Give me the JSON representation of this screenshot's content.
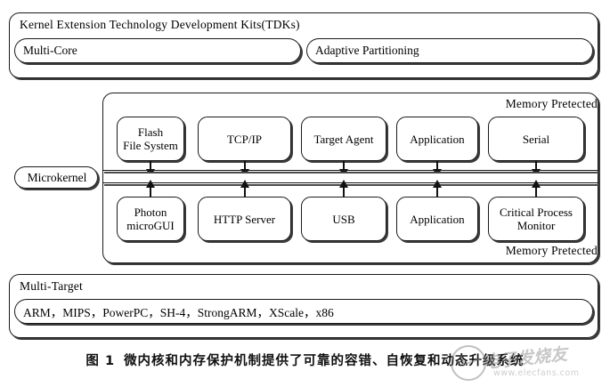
{
  "figure": {
    "caption_number": "图 1",
    "caption_text": "微内核和内存保护机制提供了可靠的容错、自恢复和动态升级系统"
  },
  "tdk_section": {
    "title": "Kernel Extension Technology Development Kits(TDKs)",
    "items": [
      {
        "label": "Multi-Core"
      },
      {
        "label": "Adaptive Partitioning"
      }
    ]
  },
  "memory_section": {
    "top_label": "Memory Pretected",
    "bottom_label": "Memory Pretected",
    "upper_services": [
      {
        "line1": "Flash",
        "line2": "File System"
      },
      {
        "line1": "TCP/IP",
        "line2": ""
      },
      {
        "line1": "Target Agent",
        "line2": ""
      },
      {
        "line1": "Application",
        "line2": ""
      },
      {
        "line1": "Serial",
        "line2": ""
      }
    ],
    "lower_services": [
      {
        "line1": "Photon",
        "line2": "microGUI"
      },
      {
        "line1": "HTTP Server",
        "line2": ""
      },
      {
        "line1": "USB",
        "line2": ""
      },
      {
        "line1": "Application",
        "line2": ""
      },
      {
        "line1": "Critical Process",
        "line2": "Monitor"
      }
    ]
  },
  "microkernel": {
    "label": "Microkernel"
  },
  "multi_target_section": {
    "title": "Multi-Target",
    "architectures": "ARM，MIPS，PowerPC，SH-4，StrongARM，XScale，x86"
  },
  "watermark": {
    "brand": "电子发烧友",
    "url": "www.elecfans.com"
  },
  "colors": {
    "stroke": "#1a1a1a",
    "shadow": "#3a3a3a",
    "background": "#ffffff",
    "watermark": "#9a9a9a"
  }
}
